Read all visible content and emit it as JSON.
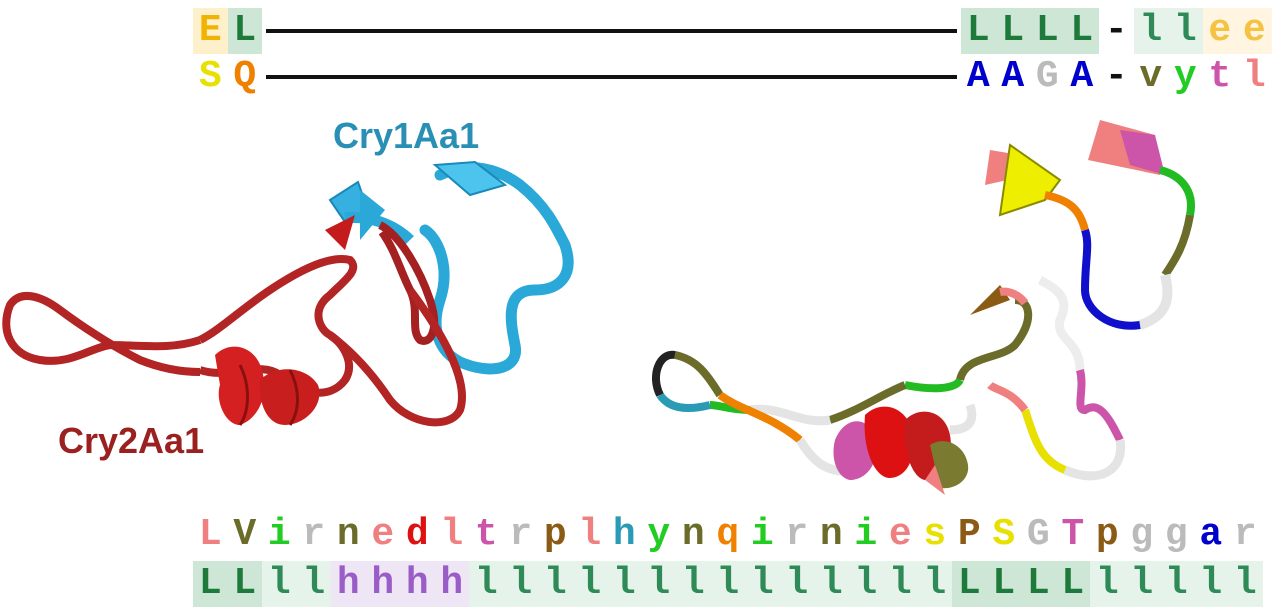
{
  "colors": {
    "cry1": "#2a8fb5",
    "cry2": "#9b2020",
    "helix_red": "#d21c1c",
    "loop_bg": "#e6f3ea",
    "L_bg": "#cde6d6",
    "h_bg": "#eee6f5",
    "e_bg": "#fff2d9"
  },
  "labels": {
    "cry1": "Cry1Aa1",
    "cry2": "Cry2Aa1"
  },
  "top_alignment": {
    "row1_left": [
      {
        "ch": "E",
        "color": "#f0b400",
        "bg": "#fff0cc"
      },
      {
        "ch": "L",
        "color": "#1e7a3a",
        "bg": "#cde6d6"
      }
    ],
    "row1_right": [
      {
        "ch": "L",
        "color": "#1e7a3a",
        "bg": "#cde6d6"
      },
      {
        "ch": "L",
        "color": "#1e7a3a",
        "bg": "#cde6d6"
      },
      {
        "ch": "L",
        "color": "#1e7a3a",
        "bg": "#cde6d6"
      },
      {
        "ch": "L",
        "color": "#1e7a3a",
        "bg": "#cde6d6"
      },
      {
        "ch": "-",
        "color": "#111111",
        "bg": "transparent"
      },
      {
        "ch": "l",
        "color": "#2e8b57",
        "bg": "#e6f3ea"
      },
      {
        "ch": "l",
        "color": "#2e8b57",
        "bg": "#e6f3ea"
      },
      {
        "ch": "e",
        "color": "#f5c242",
        "bg": "#fff5e0"
      },
      {
        "ch": "e",
        "color": "#f5c242",
        "bg": "#fff5e0"
      }
    ],
    "row2_left": [
      {
        "ch": "S",
        "color": "#e8e000",
        "bg": "transparent"
      },
      {
        "ch": "Q",
        "color": "#f08000",
        "bg": "transparent"
      }
    ],
    "row2_right": [
      {
        "ch": "A",
        "color": "#0000cc",
        "bg": "transparent"
      },
      {
        "ch": "A",
        "color": "#0000cc",
        "bg": "transparent"
      },
      {
        "ch": "G",
        "color": "#bbbbbb",
        "bg": "transparent"
      },
      {
        "ch": "A",
        "color": "#0000cc",
        "bg": "transparent"
      },
      {
        "ch": "-",
        "color": "#111111",
        "bg": "transparent"
      },
      {
        "ch": "v",
        "color": "#6b6b2a",
        "bg": "transparent"
      },
      {
        "ch": "y",
        "color": "#22cc22",
        "bg": "transparent"
      },
      {
        "ch": "t",
        "color": "#cc55aa",
        "bg": "transparent"
      },
      {
        "ch": "l",
        "color": "#f08080",
        "bg": "transparent"
      }
    ]
  },
  "bottom_alignment": {
    "sequence": [
      {
        "ch": "L",
        "color": "#f08080"
      },
      {
        "ch": "V",
        "color": "#6b6b2a"
      },
      {
        "ch": "i",
        "color": "#22cc22"
      },
      {
        "ch": "r",
        "color": "#bbbbbb"
      },
      {
        "ch": "n",
        "color": "#6b6b2a"
      },
      {
        "ch": "e",
        "color": "#f08080"
      },
      {
        "ch": "d",
        "color": "#dd1111"
      },
      {
        "ch": "l",
        "color": "#f08080"
      },
      {
        "ch": "t",
        "color": "#cc55aa"
      },
      {
        "ch": "r",
        "color": "#bbbbbb"
      },
      {
        "ch": "p",
        "color": "#8b5a14"
      },
      {
        "ch": "l",
        "color": "#f08080"
      },
      {
        "ch": "h",
        "color": "#2a9bb5"
      },
      {
        "ch": "y",
        "color": "#22cc22"
      },
      {
        "ch": "n",
        "color": "#6b6b2a"
      },
      {
        "ch": "q",
        "color": "#f08000"
      },
      {
        "ch": "i",
        "color": "#22cc22"
      },
      {
        "ch": "r",
        "color": "#bbbbbb"
      },
      {
        "ch": "n",
        "color": "#6b6b2a"
      },
      {
        "ch": "i",
        "color": "#22cc22"
      },
      {
        "ch": "e",
        "color": "#f08080"
      },
      {
        "ch": "s",
        "color": "#e8e000"
      },
      {
        "ch": "P",
        "color": "#8b5a14"
      },
      {
        "ch": "S",
        "color": "#e8e000"
      },
      {
        "ch": "G",
        "color": "#bbbbbb"
      },
      {
        "ch": "T",
        "color": "#cc55aa"
      },
      {
        "ch": "p",
        "color": "#8b5a14"
      },
      {
        "ch": "g",
        "color": "#bbbbbb"
      },
      {
        "ch": "g",
        "color": "#bbbbbb"
      },
      {
        "ch": "a",
        "color": "#0000cc"
      },
      {
        "ch": "r",
        "color": "#bbbbbb"
      }
    ],
    "structure": [
      {
        "ch": "L",
        "color": "#1e7a3a",
        "bg": "#cde6d6"
      },
      {
        "ch": "L",
        "color": "#1e7a3a",
        "bg": "#cde6d6"
      },
      {
        "ch": "l",
        "color": "#2e8b57",
        "bg": "#e6f3ea"
      },
      {
        "ch": "l",
        "color": "#2e8b57",
        "bg": "#e6f3ea"
      },
      {
        "ch": "h",
        "color": "#9a5cc6",
        "bg": "#eee6f5"
      },
      {
        "ch": "h",
        "color": "#9a5cc6",
        "bg": "#eee6f5"
      },
      {
        "ch": "h",
        "color": "#9a5cc6",
        "bg": "#eee6f5"
      },
      {
        "ch": "h",
        "color": "#9a5cc6",
        "bg": "#eee6f5"
      },
      {
        "ch": "l",
        "color": "#2e8b57",
        "bg": "#e6f3ea"
      },
      {
        "ch": "l",
        "color": "#2e8b57",
        "bg": "#e6f3ea"
      },
      {
        "ch": "l",
        "color": "#2e8b57",
        "bg": "#e6f3ea"
      },
      {
        "ch": "l",
        "color": "#2e8b57",
        "bg": "#e6f3ea"
      },
      {
        "ch": "l",
        "color": "#2e8b57",
        "bg": "#e6f3ea"
      },
      {
        "ch": "l",
        "color": "#2e8b57",
        "bg": "#e6f3ea"
      },
      {
        "ch": "l",
        "color": "#2e8b57",
        "bg": "#e6f3ea"
      },
      {
        "ch": "l",
        "color": "#2e8b57",
        "bg": "#e6f3ea"
      },
      {
        "ch": "l",
        "color": "#2e8b57",
        "bg": "#e6f3ea"
      },
      {
        "ch": "l",
        "color": "#2e8b57",
        "bg": "#e6f3ea"
      },
      {
        "ch": "l",
        "color": "#2e8b57",
        "bg": "#e6f3ea"
      },
      {
        "ch": "l",
        "color": "#2e8b57",
        "bg": "#e6f3ea"
      },
      {
        "ch": "l",
        "color": "#2e8b57",
        "bg": "#e6f3ea"
      },
      {
        "ch": "l",
        "color": "#2e8b57",
        "bg": "#e6f3ea"
      },
      {
        "ch": "L",
        "color": "#1e7a3a",
        "bg": "#cde6d6"
      },
      {
        "ch": "L",
        "color": "#1e7a3a",
        "bg": "#cde6d6"
      },
      {
        "ch": "L",
        "color": "#1e7a3a",
        "bg": "#cde6d6"
      },
      {
        "ch": "L",
        "color": "#1e7a3a",
        "bg": "#cde6d6"
      },
      {
        "ch": "l",
        "color": "#2e8b57",
        "bg": "#e6f3ea"
      },
      {
        "ch": "l",
        "color": "#2e8b57",
        "bg": "#e6f3ea"
      },
      {
        "ch": "l",
        "color": "#2e8b57",
        "bg": "#e6f3ea"
      },
      {
        "ch": "l",
        "color": "#2e8b57",
        "bg": "#e6f3ea"
      },
      {
        "ch": "l",
        "color": "#2e8b57",
        "bg": "#e6f3ea"
      }
    ]
  }
}
